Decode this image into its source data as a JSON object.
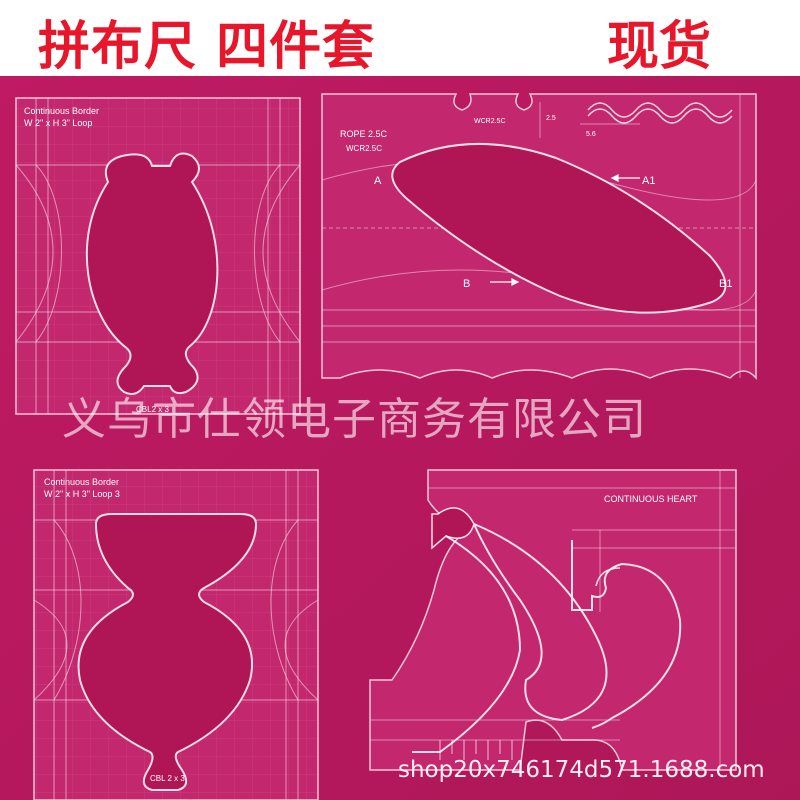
{
  "header": {
    "title": "拼布尺 四件套",
    "status": "现货"
  },
  "rulers": {
    "top_left": {
      "label_line1": "Continuous Border",
      "label_line2": "W 2\" x H 3\" Loop",
      "code": "CBL2 x 3"
    },
    "top_right": {
      "label_rope": "ROPE 2.5C",
      "label_code1": "WCR2.5C",
      "label_code2": "WCR2.5C",
      "dim_a": "2.5",
      "dim_b": "5.6",
      "point_a": "A",
      "point_a1": "A1",
      "point_b": "B",
      "point_b1": "B1"
    },
    "bottom_left": {
      "label_line1": "Continuous Border",
      "label_line2": "W 2\" x H 3\" Loop 3",
      "code": "CBL 2 x 3"
    },
    "bottom_right": {
      "label": "CONTINUOUS HEART"
    }
  },
  "watermark": {
    "company": "义乌市仕领电子商务有限公司",
    "shop": "shop20x746174d571.1688.com"
  },
  "colors": {
    "title_red": "#e8162b",
    "background_magenta": "#b5185e",
    "acrylic_tint": "#c62670"
  }
}
